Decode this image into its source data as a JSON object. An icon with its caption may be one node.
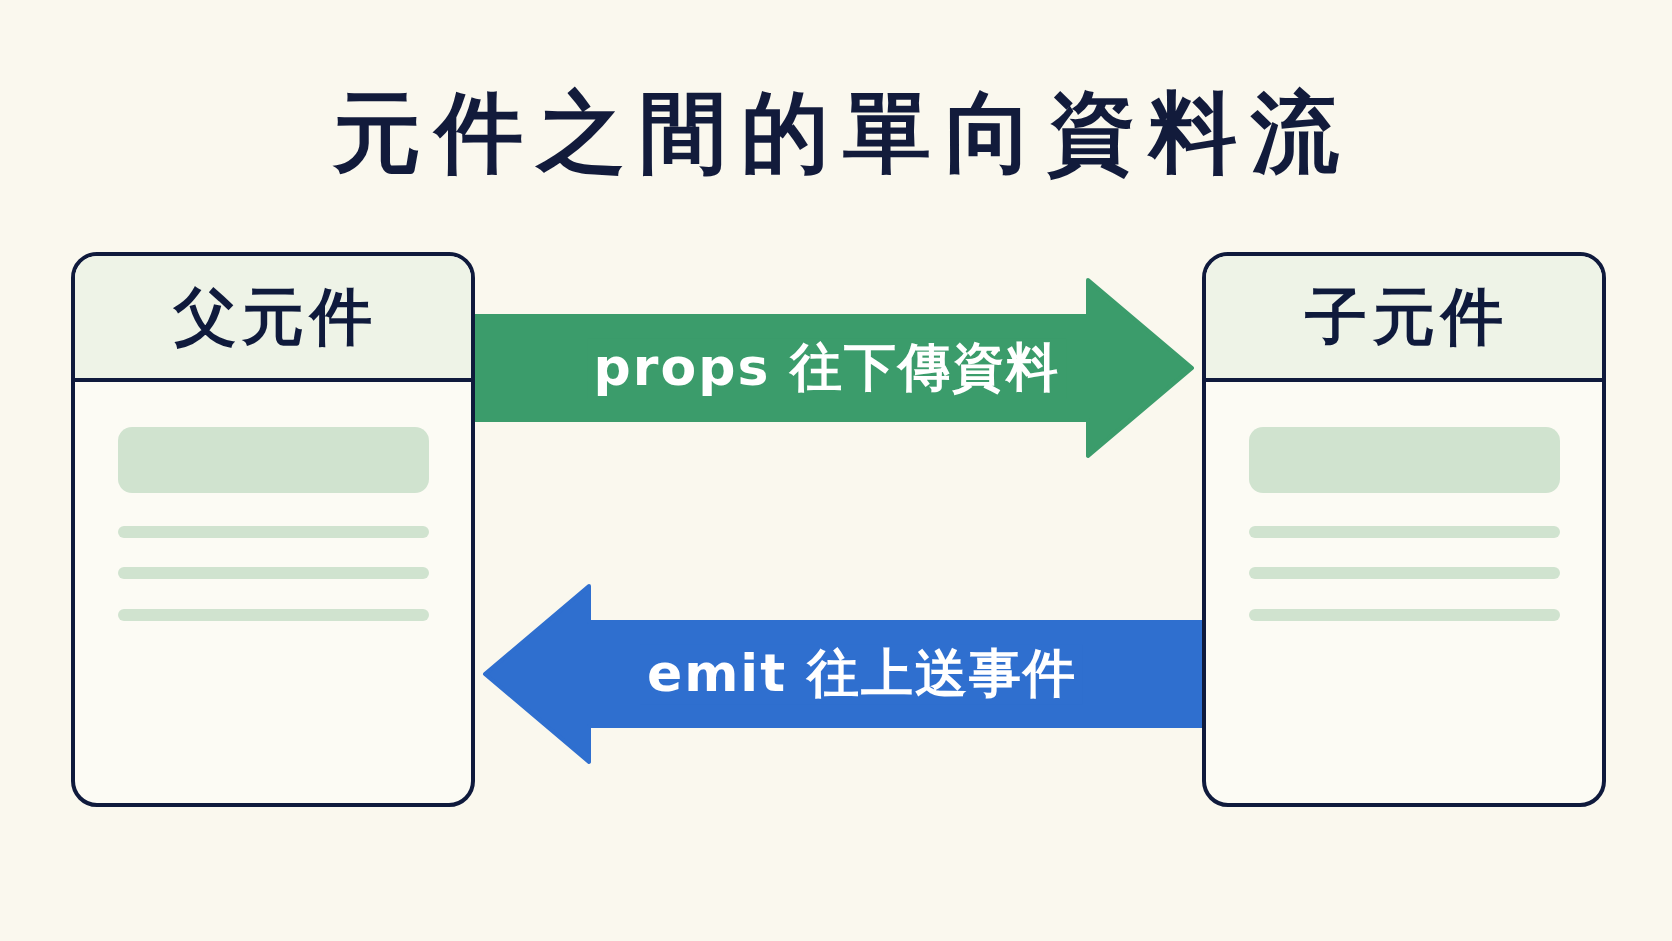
{
  "diagram": {
    "title": "元件之間的單向資料流",
    "nodes": [
      {
        "text": [
          "父元件"
        ]
      },
      {
        "text": [
          "子元件"
        ]
      }
    ],
    "edges": [
      {
        "from": 0,
        "to": 1,
        "arrow": "to",
        "label": "props 往下傳資料",
        "color": "#3b9c6b"
      },
      {
        "from": 1,
        "to": 0,
        "arrow": "to",
        "label": "emit 往上送事件",
        "color": "#2f6fcf"
      }
    ]
  }
}
